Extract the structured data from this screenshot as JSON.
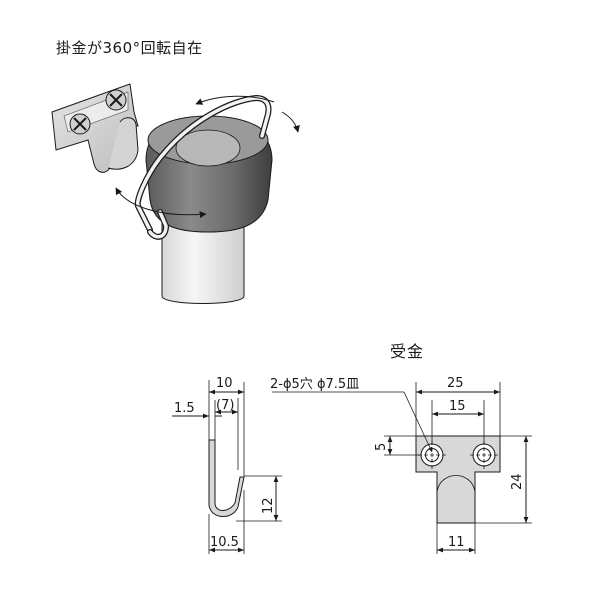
{
  "caption": "掛金が360°回転自在",
  "subtitle": "受金",
  "dimensions": {
    "hook_width": "10",
    "hook_inner": "(7)",
    "hook_thickness": "1.5",
    "hook_height": "12",
    "hook_base": "10.5",
    "hole_spec": "2-ϕ5穴 ϕ7.5皿",
    "plate_width": "25",
    "hole_pitch": "15",
    "hole_offset": "5",
    "plate_height": "24",
    "stem_width": "11"
  }
}
